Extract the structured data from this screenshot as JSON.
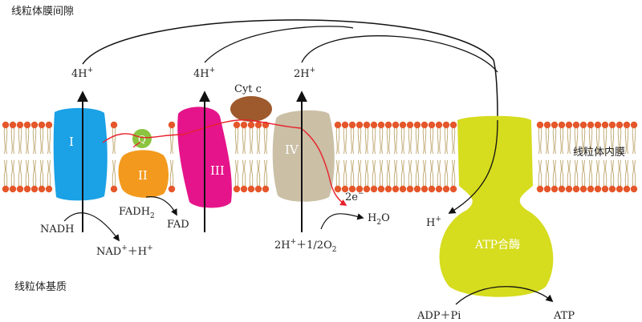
{
  "regions": {
    "intermembrane_space": "线粒体膜间隙",
    "inner_membrane": "线粒体内膜",
    "matrix": "线粒体基质"
  },
  "complexes": {
    "c1": "I",
    "c2": "II",
    "c3": "III",
    "c4": "IV",
    "q": "Q",
    "cytc": "Cyt c",
    "atp_synthase": "ATP合酶"
  },
  "proton_labels": {
    "c1": "4H",
    "c3": "4H",
    "c4": "2H",
    "charge": "+"
  },
  "reactions": {
    "nadh": "NADH",
    "nad_main": "NAD",
    "nad_tail": "＋H",
    "fadh_main": "FADH",
    "fadh_sub": "2",
    "fad": "FAD",
    "o2_main": "2H",
    "o2_mid": "＋1/2O",
    "o2_sub": "2",
    "electrons": "2e",
    "electron_sup": "−",
    "h2o_h": "H",
    "h2o_sub": "2",
    "h2o_o": "O",
    "h_in": "H",
    "adp": "ADP＋Pi",
    "atp": "ATP"
  },
  "colors": {
    "complex_i": "#1AA1E6",
    "complex_ii": "#F39A1E",
    "complex_iii": "#E5148A",
    "complex_iv": "#CBBFA6",
    "q": "#8BC43F",
    "cyt_c": "#9E5A2C",
    "atp_synthase": "#D6DC1E",
    "lipid_head": "#E5572A",
    "electron_path": "#E8212B"
  }
}
